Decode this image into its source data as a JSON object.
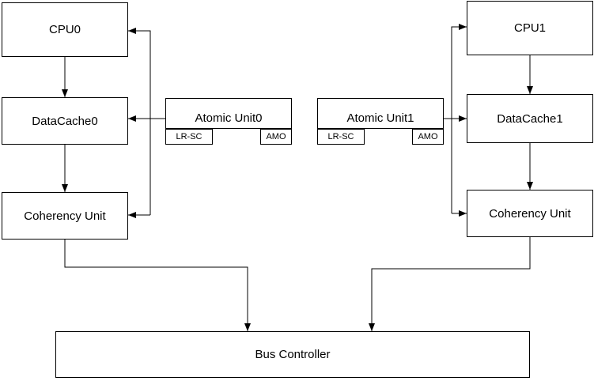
{
  "diagram": {
    "nodes": {
      "cpu0": {
        "label": "CPU0"
      },
      "datacache0": {
        "label": "DataCache0"
      },
      "coherency0": {
        "label": "Coherency Unit"
      },
      "atomic0": {
        "label": "Atomic Unit0",
        "lrsc": "LR-SC",
        "amo": "AMO"
      },
      "cpu1": {
        "label": "CPU1"
      },
      "datacache1": {
        "label": "DataCache1"
      },
      "coherency1": {
        "label": "Coherency Unit"
      },
      "atomic1": {
        "label": "Atomic Unit1",
        "lrsc": "LR-SC",
        "amo": "AMO"
      },
      "bus": {
        "label": "Bus Controller"
      }
    },
    "edges": [
      {
        "from": "CPU0",
        "to": "DataCache0"
      },
      {
        "from": "DataCache0",
        "to": "Coherency Unit (left)"
      },
      {
        "from": "Atomic Unit0",
        "to": "CPU0"
      },
      {
        "from": "Atomic Unit0",
        "to": "DataCache0"
      },
      {
        "from": "Atomic Unit0",
        "to": "Coherency Unit (left)"
      },
      {
        "from": "Coherency Unit (left)",
        "to": "Bus Controller"
      },
      {
        "from": "CPU1",
        "to": "DataCache1"
      },
      {
        "from": "DataCache1",
        "to": "Coherency Unit (right)"
      },
      {
        "from": "Atomic Unit1",
        "to": "CPU1"
      },
      {
        "from": "Atomic Unit1",
        "to": "DataCache1"
      },
      {
        "from": "Atomic Unit1",
        "to": "Coherency Unit (right)"
      },
      {
        "from": "Coherency Unit (right)",
        "to": "Bus Controller"
      }
    ],
    "colors": {
      "stroke": "#000000",
      "fill": "#ffffff",
      "text": "#000000"
    }
  }
}
